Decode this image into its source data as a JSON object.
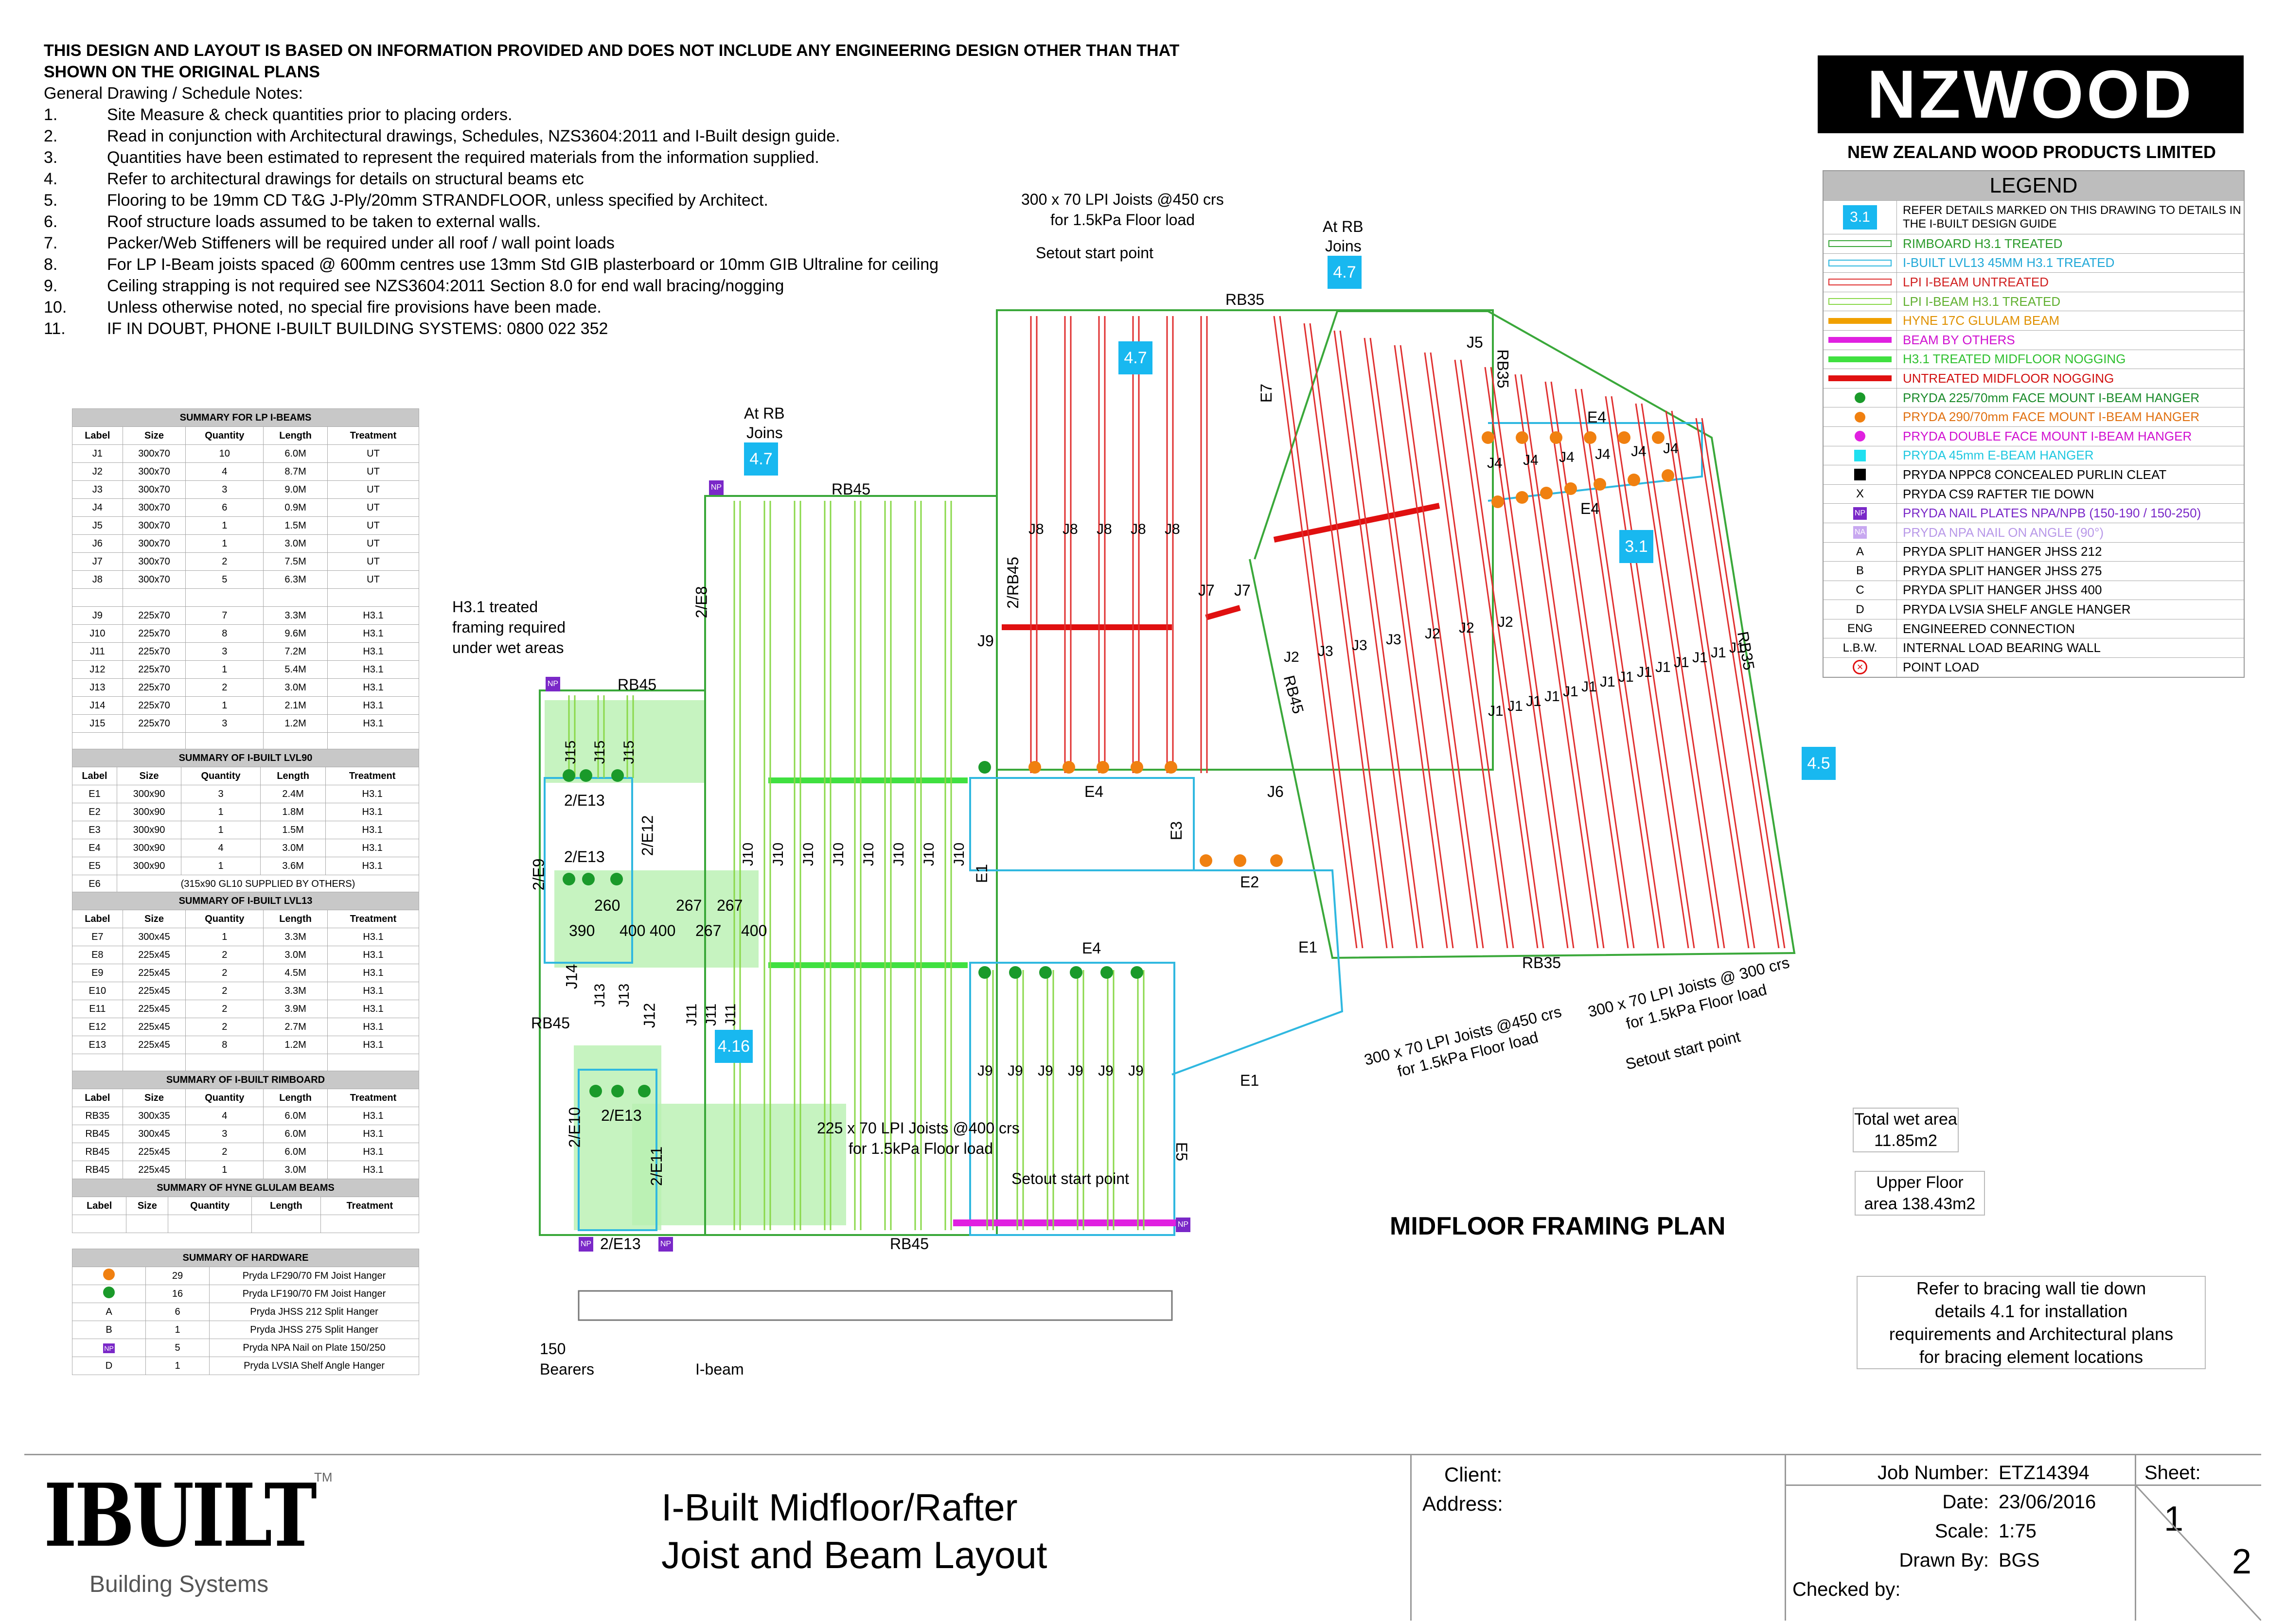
{
  "notes": {
    "header1": "THIS DESIGN AND LAYOUT IS BASED ON INFORMATION PROVIDED AND DOES NOT INCLUDE ANY ENGINEERING DESIGN OTHER THAN THAT",
    "header2": "SHOWN ON THE ORIGINAL PLANS",
    "subheader": "General Drawing / Schedule Notes:",
    "items": [
      {
        "n": "1.",
        "t": "Site Measure & check quantities prior to placing orders."
      },
      {
        "n": "2.",
        "t": "Read in conjunction with Architectural drawings, Schedules, NZS3604:2011 and I-Built design guide."
      },
      {
        "n": "3.",
        "t": "Quantities have been estimated to represent the required materials from the information supplied."
      },
      {
        "n": "4.",
        "t": "Refer to architectural drawings for details on structural beams etc"
      },
      {
        "n": "5.",
        "t": "Flooring to be 19mm CD T&G J-Ply/20mm STRANDFLOOR, unless specified by Architect."
      },
      {
        "n": "6.",
        "t": "Roof structure loads assumed to be taken to external walls."
      },
      {
        "n": "7.",
        "t": "Packer/Web Stiffeners will be required under all roof / wall point loads"
      },
      {
        "n": "8.",
        "t": "For LP I-Beam joists spaced @ 600mm centres use 13mm Std GIB plasterboard or 10mm GIB Ultraline for ceiling"
      },
      {
        "n": "9.",
        "t": "Ceiling strapping is not required see NZS3604:2011 Section 8.0 for end wall bracing/nogging"
      },
      {
        "n": "10.",
        "t": "Unless otherwise noted, no special fire provisions have been made."
      },
      {
        "n": "11.",
        "t": "IF IN DOUBT, PHONE I-BUILT BUILDING SYSTEMS: 0800 022 352"
      }
    ]
  },
  "brand": {
    "logo": "NZWOOD",
    "company": "NEW ZEALAND WOOD PRODUCTS LIMITED"
  },
  "legend": {
    "title": "LEGEND",
    "items": [
      {
        "sym": "tag",
        "symtext": "3.1",
        "text": "REFER DETAILS MARKED ON THIS DRAWING TO DETAILS IN THE I-BUILT DESIGN GUIDE",
        "color": "#000000"
      },
      {
        "sym": "line",
        "symcolor": "#3aa83a",
        "text": "RIMBOARD H3.1 TREATED",
        "color": "#2a9a2a"
      },
      {
        "sym": "line",
        "symcolor": "#30b8e0",
        "text": "I-BUILT LVL13 45MM H3.1 TREATED",
        "color": "#20a8d8"
      },
      {
        "sym": "line",
        "symcolor": "#e03030",
        "text": "LPI I-BEAM UNTREATED",
        "color": "#d02020"
      },
      {
        "sym": "line",
        "symcolor": "#8ad84a",
        "text": "LPI I-BEAM H3.1 TREATED",
        "color": "#60b030"
      },
      {
        "sym": "bar",
        "symcolor": "#f0a000",
        "text": "HYNE 17C GLULAM BEAM",
        "color": "#e09000"
      },
      {
        "sym": "bar",
        "symcolor": "#e020e0",
        "text": "BEAM BY OTHERS",
        "color": "#d010d0"
      },
      {
        "sym": "bar",
        "symcolor": "#40e040",
        "text": "H3.1 TREATED MIDFLOOR NOGGING",
        "color": "#30c030"
      },
      {
        "sym": "bar",
        "symcolor": "#e01010",
        "text": "UNTREATED MIDFLOOR NOGGING",
        "color": "#d01010"
      },
      {
        "sym": "dot",
        "symcolor": "#1a9a2a",
        "text": "PRYDA 225/70mm FACE MOUNT I-BEAM HANGER",
        "color": "#1a8a2a"
      },
      {
        "sym": "dot",
        "symcolor": "#f08010",
        "text": "PRYDA 290/70mm FACE MOUNT I-BEAM HANGER",
        "color": "#e07010"
      },
      {
        "sym": "dot",
        "symcolor": "#e020e0",
        "text": "PRYDA DOUBLE FACE MOUNT I-BEAM HANGER",
        "color": "#d010d0"
      },
      {
        "sym": "sq",
        "symcolor": "#20e0f0",
        "text": "PRYDA 45mm E-BEAM HANGER",
        "color": "#20c8e0"
      },
      {
        "sym": "sq",
        "symcolor": "#000000",
        "text": "PRYDA NPPC8 CONCEALED PURLIN CLEAT",
        "color": "#000000"
      },
      {
        "sym": "char",
        "symtext": "X",
        "text": "PRYDA CS9 RAFTER TIE DOWN",
        "color": "#000000"
      },
      {
        "sym": "np",
        "symtext": "NP",
        "symcolor": "#7a28c8",
        "text": "PRYDA NAIL PLATES NPA/NPB (150-190 / 150-250)",
        "color": "#7a28c8"
      },
      {
        "sym": "np",
        "symtext": "NA",
        "symcolor": "#c8a8f0",
        "text": "PRYDA NPA NAIL ON ANGLE (90°)",
        "color": "#b898e8"
      },
      {
        "sym": "char",
        "symtext": "A",
        "text": "PRYDA SPLIT HANGER JHSS 212",
        "color": "#000000"
      },
      {
        "sym": "char",
        "symtext": "B",
        "text": "PRYDA SPLIT HANGER JHSS 275",
        "color": "#000000"
      },
      {
        "sym": "char",
        "symtext": "C",
        "text": "PRYDA SPLIT HANGER JHSS 400",
        "color": "#000000"
      },
      {
        "sym": "char",
        "symtext": "D",
        "text": "PRYDA LVSIA SHELF ANGLE HANGER",
        "color": "#000000"
      },
      {
        "sym": "char",
        "symtext": "ENG",
        "text": "ENGINEERED CONNECTION",
        "color": "#000000"
      },
      {
        "sym": "char",
        "symtext": "L.B.W.",
        "text": "INTERNAL LOAD BEARING WALL",
        "color": "#000000"
      },
      {
        "sym": "pl",
        "symcolor": "#e01010",
        "text": "POINT LOAD",
        "color": "#000000"
      }
    ]
  },
  "tables": {
    "ibeams": {
      "title": "SUMMARY FOR LP I-BEAMS",
      "headers": [
        "Label",
        "Size",
        "Quantity",
        "Length",
        "Treatment"
      ],
      "rows": [
        [
          "J1",
          "300x70",
          "10",
          "6.0M",
          "UT"
        ],
        [
          "J2",
          "300x70",
          "4",
          "8.7M",
          "UT"
        ],
        [
          "J3",
          "300x70",
          "3",
          "9.0M",
          "UT"
        ],
        [
          "J4",
          "300x70",
          "6",
          "0.9M",
          "UT"
        ],
        [
          "J5",
          "300x70",
          "1",
          "1.5M",
          "UT"
        ],
        [
          "J6",
          "300x70",
          "1",
          "3.0M",
          "UT"
        ],
        [
          "J7",
          "300x70",
          "2",
          "7.5M",
          "UT"
        ],
        [
          "J8",
          "300x70",
          "5",
          "6.3M",
          "UT"
        ],
        [
          "",
          "",
          "",
          "",
          ""
        ],
        [
          "J9",
          "225x70",
          "7",
          "3.3M",
          "H3.1"
        ],
        [
          "J10",
          "225x70",
          "8",
          "9.6M",
          "H3.1"
        ],
        [
          "J11",
          "225x70",
          "3",
          "7.2M",
          "H3.1"
        ],
        [
          "J12",
          "225x70",
          "1",
          "5.4M",
          "H3.1"
        ],
        [
          "J13",
          "225x70",
          "2",
          "3.0M",
          "H3.1"
        ],
        [
          "J14",
          "225x70",
          "1",
          "2.1M",
          "H3.1"
        ],
        [
          "J15",
          "225x70",
          "3",
          "1.2M",
          "H3.1"
        ],
        [
          "",
          "",
          "",
          "",
          ""
        ]
      ]
    },
    "lvl90": {
      "title": "SUMMARY OF I-BUILT LVL90",
      "headers": [
        "Label",
        "Size",
        "Quantity",
        "Length",
        "Treatment"
      ],
      "rows": [
        [
          "E1",
          "300x90",
          "3",
          "2.4M",
          "H3.1"
        ],
        [
          "E2",
          "300x90",
          "1",
          "1.8M",
          "H3.1"
        ],
        [
          "E3",
          "300x90",
          "1",
          "1.5M",
          "H3.1"
        ],
        [
          "E4",
          "300x90",
          "4",
          "3.0M",
          "H3.1"
        ],
        [
          "E5",
          "300x90",
          "1",
          "3.6M",
          "H3.1"
        ]
      ],
      "note": {
        "label": "E6",
        "text": "(315x90 GL10 SUPPLIED BY OTHERS)"
      }
    },
    "lvl13": {
      "title": "SUMMARY OF I-BUILT LVL13",
      "headers": [
        "Label",
        "Size",
        "Quantity",
        "Length",
        "Treatment"
      ],
      "rows": [
        [
          "E7",
          "300x45",
          "1",
          "3.3M",
          "H3.1"
        ],
        [
          "E8",
          "225x45",
          "2",
          "3.0M",
          "H3.1"
        ],
        [
          "E9",
          "225x45",
          "2",
          "4.5M",
          "H3.1"
        ],
        [
          "E10",
          "225x45",
          "2",
          "3.3M",
          "H3.1"
        ],
        [
          "E11",
          "225x45",
          "2",
          "3.9M",
          "H3.1"
        ],
        [
          "E12",
          "225x45",
          "2",
          "2.7M",
          "H3.1"
        ],
        [
          "E13",
          "225x45",
          "8",
          "1.2M",
          "H3.1"
        ],
        [
          "",
          "",
          "",
          "",
          ""
        ]
      ]
    },
    "rimboard": {
      "title": "SUMMARY OF I-BUILT RIMBOARD",
      "headers": [
        "Label",
        "Size",
        "Quantity",
        "Length",
        "Treatment"
      ],
      "rows": [
        [
          "RB35",
          "300x35",
          "4",
          "6.0M",
          "H3.1"
        ],
        [
          "RB45",
          "300x45",
          "3",
          "6.0M",
          "H3.1"
        ],
        [
          "RB45",
          "225x45",
          "2",
          "6.0M",
          "H3.1"
        ],
        [
          "RB45",
          "225x45",
          "1",
          "3.0M",
          "H3.1"
        ]
      ]
    },
    "glulam": {
      "title": "SUMMARY OF HYNE GLULAM BEAMS",
      "headers": [
        "Label",
        "Size",
        "Quantity",
        "Length",
        "Treatment"
      ]
    },
    "hardware": {
      "title": "SUMMARY OF HARDWARE",
      "rows": [
        {
          "sym": "dot",
          "color": "#f08010",
          "qty": "29",
          "desc": "Pryda LF290/70 FM Joist Hanger"
        },
        {
          "sym": "dot",
          "color": "#1a9a2a",
          "qty": "16",
          "desc": "Pryda LF190/70 FM Joist Hanger"
        },
        {
          "sym": "char",
          "text": "A",
          "qty": "6",
          "desc": "Pryda JHSS 212 Split Hanger"
        },
        {
          "sym": "char",
          "text": "B",
          "qty": "1",
          "desc": "Pryda JHSS 275 Split Hanger"
        },
        {
          "sym": "np",
          "text": "NP",
          "color": "#7a28c8",
          "qty": "5",
          "desc": "Pryda NPA Nail on Plate 150/250"
        },
        {
          "sym": "char",
          "text": "D",
          "qty": "1",
          "desc": "Pryda LVSIA Shelf Angle Hanger"
        }
      ]
    }
  },
  "plan": {
    "title": "MIDFLOOR FRAMING PLAN",
    "labels": {
      "lpi450_top_a": "300 x 70 LPI Joists @450 crs",
      "lpi450_top_b": "for 1.5kPa Floor load",
      "setout_top": "Setout start point",
      "rbjoins1_a": "At RB",
      "rbjoins1_b": "Joins",
      "rbjoins2_a": "At RB",
      "rbjoins2_b": "Joins",
      "wet_a": "H3.1 treated",
      "wet_b": "framing required",
      "wet_c": "under wet areas",
      "lpi400_a": "225 x 70 LPI Joists @400 crs",
      "lpi400_b": "for 1.5kPa Floor load",
      "setout_mid": "Setout start point",
      "lpi450_br_a": "300 x 70 LPI Joists @450 crs",
      "lpi450_br_b": "for 1.5kPa Floor load",
      "lpi300_a": "300 x 70 LPI Joists @ 300 crs",
      "lpi300_b": "for 1.5kPa Floor load",
      "setout_br": "Setout start point",
      "bearers_a": "150",
      "bearers_b": "Bearers",
      "ibeam": "I-beam"
    },
    "tags": [
      "4.7",
      "4.7",
      "4.7",
      "3.1",
      "4.5",
      "4.16"
    ],
    "info": {
      "wet_a": "Total wet area",
      "wet_b": "11.85m2",
      "upper_a": "Upper Floor",
      "upper_b": "area 138.43m2",
      "bracing": [
        "Refer to bracing wall tie down",
        "details 4.1 for installation",
        "requirements and Architectural plans",
        "for bracing element locations"
      ]
    },
    "members": {
      "rb35_top": "RB35",
      "rb35_right": "RB35",
      "rb35_bottom": "RB35",
      "rb35_side": "RB35",
      "rb45_1": "RB45",
      "rb45_2": "RB45",
      "rb45_3": "RB45",
      "rb45_4": "RB45",
      "rb45_5": "RB45",
      "e1a": "E1",
      "e1b": "E1",
      "e1c": "E1",
      "e2": "E2",
      "e3": "E3",
      "e4a": "E4",
      "e4b": "E4",
      "e4c": "E4",
      "e4d": "E4",
      "e5": "E5",
      "e7": "E7",
      "e8": "2/E8",
      "e9": "2/E9",
      "e10": "2/E10",
      "e11": "2/E11",
      "e12": "2/E12",
      "e13a": "2/E13",
      "e13b": "2/E13",
      "e13c": "2/E13",
      "e13d": "2/E13",
      "rb45v": "2/RB45",
      "j5": "J5",
      "j6": "J6",
      "j7a": "J7",
      "j7b": "J7",
      "j9": "J9",
      "j12": "J12",
      "j14": "J14",
      "dims": [
        "260",
        "267",
        "267",
        "390",
        "400",
        "400",
        "267",
        "400"
      ]
    }
  },
  "titleblock": {
    "client": "Client:",
    "address": "Address:",
    "title1": "I-Built Midfloor/Rafter",
    "title2": "Joist and Beam Layout",
    "job_label": "Job Number:",
    "job": "ETZ14394",
    "date_label": "Date:",
    "date": "23/06/2016",
    "scale_label": "Scale:",
    "scale": "1:75",
    "drawn_label": "Drawn By:",
    "drawn": "BGS",
    "checked_label": "Checked by:",
    "sheet_label": "Sheet:",
    "sheet": "1",
    "sheets": "2",
    "ibuilt_logo": "IBUILT",
    "tm": "TM",
    "ibuilt_sub": "Building Systems"
  }
}
